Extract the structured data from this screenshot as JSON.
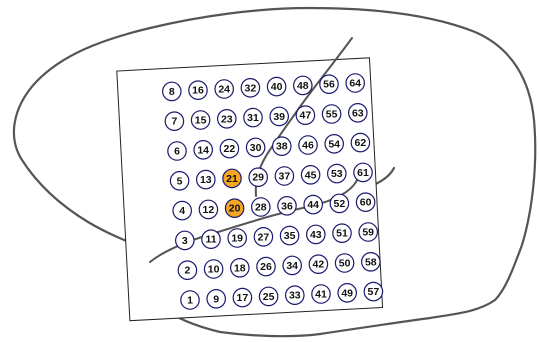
{
  "figure": {
    "grid_columns": 8,
    "grid_rows": 8,
    "numbering": "column-major, 1 at bottom-left, increasing upward",
    "electrodes": [
      "1",
      "2",
      "3",
      "4",
      "5",
      "6",
      "7",
      "8",
      "9",
      "10",
      "11",
      "12",
      "13",
      "14",
      "15",
      "16",
      "17",
      "18",
      "19",
      "20",
      "21",
      "22",
      "23",
      "24",
      "25",
      "26",
      "27",
      "28",
      "29",
      "30",
      "31",
      "32",
      "33",
      "34",
      "35",
      "36",
      "37",
      "38",
      "39",
      "40",
      "41",
      "42",
      "43",
      "44",
      "45",
      "46",
      "47",
      "48",
      "49",
      "50",
      "51",
      "52",
      "53",
      "54",
      "55",
      "56",
      "57",
      "58",
      "59",
      "60",
      "61",
      "62",
      "63",
      "64"
    ],
    "highlighted": [
      "20",
      "21"
    ],
    "colors": {
      "highlight_fill": "#f5a623",
      "circle_stroke": "#1a1a6e",
      "outline": "#555555"
    }
  }
}
